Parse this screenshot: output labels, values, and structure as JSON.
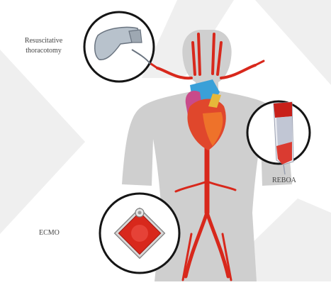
{
  "labels": {
    "resuscitative_thoracotomy": "Resuscitative thoracotomy",
    "reboa": "REBOA",
    "ecmo": "ECMO"
  },
  "colors": {
    "background_watermark": "#efefef",
    "body_silhouette": "#cfcfcf",
    "artery_red": "#d8281c",
    "aorta_blue": "#3aa0d8",
    "heart_red": "#e0472c",
    "circle_border": "#151515"
  },
  "icons": [
    "thoracotomy-retractor-icon",
    "reboa-catheter-icon",
    "ecmo-device-icon",
    "heart-icon",
    "arterial-tree-icon"
  ]
}
